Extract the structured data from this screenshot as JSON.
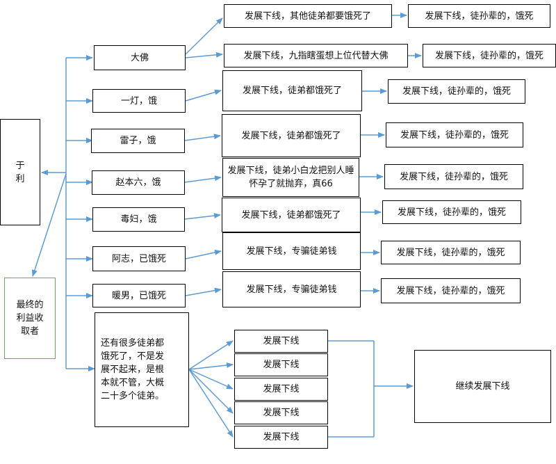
{
  "colors": {
    "arrow": "#5b9bd5",
    "box_border": "#000000",
    "final_border": "#6aa84f"
  },
  "root": {
    "label": "于\n利"
  },
  "final_recipient": {
    "label": "最终的\n利益收\n取者"
  },
  "disciples": [
    {
      "name": "大佛",
      "descendants": [
        {
          "label": "发展下线，其他徒弟都要饿死了",
          "next": "发展下线，徒孙辈的，饿死"
        },
        {
          "label": "发展下线，九指瞎蛋想上位代替大佛",
          "next": "发展下线，徒孙辈的，饿死"
        }
      ]
    },
    {
      "name": "一灯，饿",
      "descendants": [
        {
          "label": "发展下线，徒弟都饿死了",
          "next": "发展下线，徒孙辈的，饿死"
        }
      ]
    },
    {
      "name": "雷子，饿",
      "descendants": [
        {
          "label": "发展下线，徒弟都饿死了",
          "next": "发展下线，徒孙辈的，饿死"
        }
      ]
    },
    {
      "name": "赵本六，饿",
      "descendants": [
        {
          "label": "发展下线，徒弟小白龙把别人睡怀孕了就抛弃，真66",
          "next": "发展下线，徒孙辈的，饿死"
        }
      ]
    },
    {
      "name": "毒妇，饿",
      "descendants": [
        {
          "label": "发展下线，徒弟都饿死了",
          "next": "发展下线，徒孙辈的，饿死"
        }
      ]
    },
    {
      "name": "阿志，已饿死",
      "descendants": [
        {
          "label": "发展下线，专骗徒弟钱",
          "next": "发展下线，徒孙辈的，饿死"
        }
      ]
    },
    {
      "name": "暖男，已饿死",
      "descendants": [
        {
          "label": "发展下线，专骗徒弟钱",
          "next": "发展下线，徒孙辈的，饿死"
        }
      ]
    }
  ],
  "many": {
    "label": "还有很多徒弟都\n饿死了，不是发\n展不起来，是根\n本就不管，大概\n二十多个徒弟。",
    "branches": [
      "发展下线",
      "发展下线",
      "发展下线",
      "发展下线",
      "发展下线"
    ],
    "merged": "继续发展下线"
  }
}
